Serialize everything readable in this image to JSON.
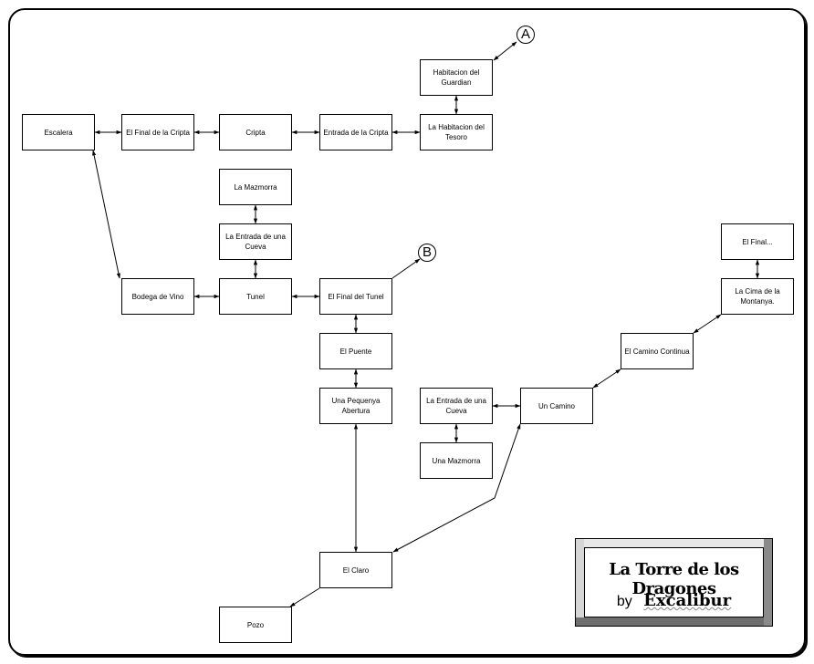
{
  "nodes": {
    "escalera": "Escalera",
    "final_cripta": "El Final de la Cripta",
    "cripta": "Cripta",
    "entrada_cripta": "Entrada de la Cripta",
    "habitacion_tesoro": "La Habitacion del Tesoro",
    "habitacion_guardian": "Habitacion del Guardian",
    "mazmorra_1": "La Mazmorra",
    "entrada_cueva_1": "La Entrada de una Cueva",
    "bodega": "Bodega de Vino",
    "tunel": "Tunel",
    "final_tunel": "El Final del Tunel",
    "puente": "El Puente",
    "pequenya_abertura": "Una Pequenya Abertura",
    "claro": "El Claro",
    "pozo": "Pozo",
    "entrada_cueva_2": "La Entrada de una Cueva",
    "mazmorra_2": "Una Mazmorra",
    "camino": "Un Camino",
    "camino_continua": "El Camino Continua",
    "cima": "La Cima de la Montanya.",
    "final": "El Final..."
  },
  "connectors": {
    "a": "A",
    "b": "B"
  },
  "title_box": {
    "title": "La Torre de los Dragones",
    "by": "by",
    "author": "Excalibur"
  }
}
